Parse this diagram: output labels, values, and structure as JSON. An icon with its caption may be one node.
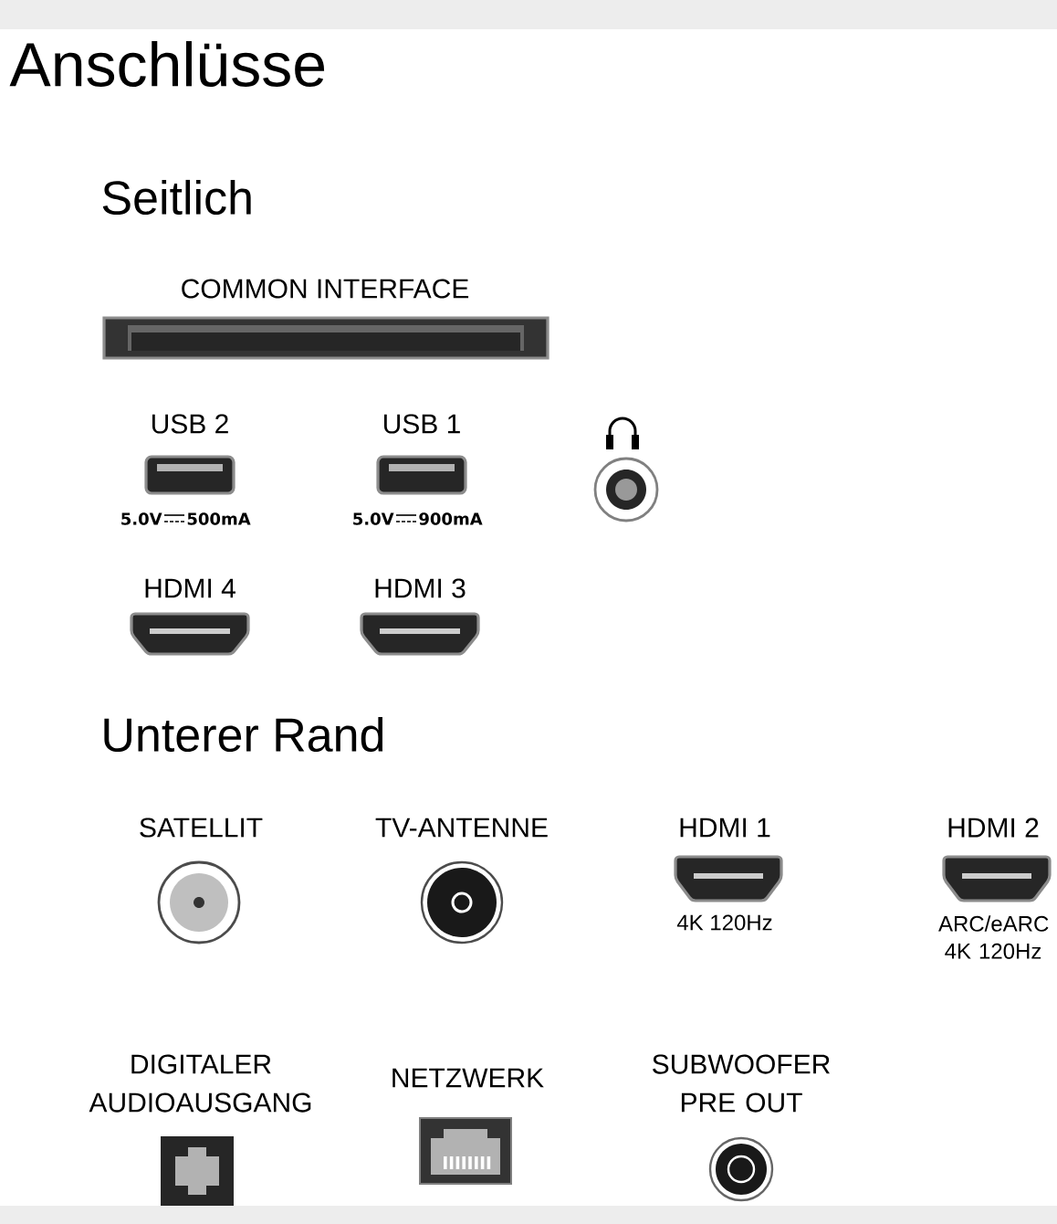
{
  "diagram": {
    "title": "Anschlüsse",
    "labels": [
      "Seitlich",
      "COMMON INTERFACE",
      "USB 2",
      "USB 1",
      "5.0V",
      "500mA",
      "5.0V",
      "900mA",
      "HDMI 4",
      "HDMI 3",
      "Unterer Rand",
      "SATELLIT",
      "TV-ANTENNE",
      "HDMI 1",
      "HDMI 2",
      "4K 120Hz",
      "ARC/eARC 4K 120Hz",
      "DIGITALER AUDIOAUSGANG",
      "NETZWERK",
      "SUBWOOFER PRE OUT"
    ]
  }
}
